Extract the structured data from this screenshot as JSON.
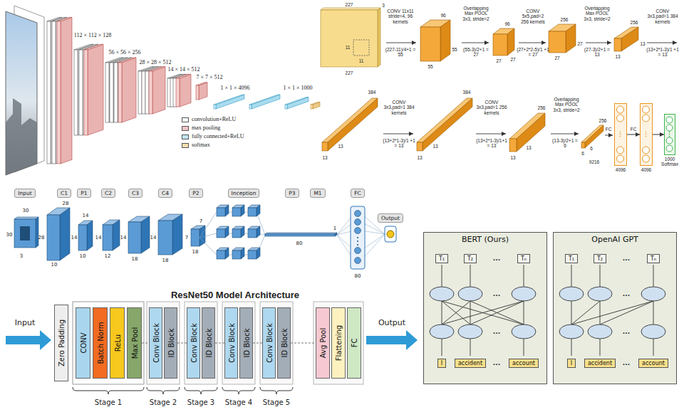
{
  "diagram": {
    "nodes": [
      {
        "text": [
          "4096"
        ]
      },
      {
        "text": [
          "4096"
        ]
      },
      {
        "text": [
          "1000 Softmax"
        ]
      },
      {
        "text": [
          "Input"
        ]
      },
      {
        "text": [
          "C1"
        ]
      },
      {
        "text": [
          "P1"
        ]
      },
      {
        "text": [
          "C2"
        ]
      },
      {
        "text": [
          "C3"
        ]
      },
      {
        "text": [
          "C4"
        ]
      },
      {
        "text": [
          "P2"
        ]
      },
      {
        "text": [
          "Inception"
        ]
      },
      {
        "text": [
          "P3"
        ]
      },
      {
        "text": [
          "M1"
        ]
      },
      {
        "text": [
          "FC"
        ]
      },
      {
        "text": [
          "Output"
        ]
      },
      {
        "text": [
          "Zero Padding"
        ]
      },
      {
        "text": [
          "CONV"
        ]
      },
      {
        "text": [
          "Batch Norm"
        ]
      },
      {
        "text": [
          "ReLu"
        ]
      },
      {
        "text": [
          "Max Pool"
        ]
      },
      {
        "text": [
          "Conv Block"
        ]
      },
      {
        "text": [
          "ID Block"
        ]
      },
      {
        "text": [
          "Conv Block"
        ]
      },
      {
        "text": [
          "ID Block"
        ]
      },
      {
        "text": [
          "Conv Block"
        ]
      },
      {
        "text": [
          "ID Block"
        ]
      },
      {
        "text": [
          "Conv Block"
        ]
      },
      {
        "text": [
          "ID Block"
        ]
      },
      {
        "text": [
          "Avg Pool"
        ]
      },
      {
        "text": [
          "Flattening"
        ]
      },
      {
        "text": [
          "FC"
        ]
      },
      {
        "text": [
          "BERT (Ours)"
        ]
      },
      {
        "text": [
          "T₁"
        ],
        "in": 31
      },
      {
        "text": [
          "T₂"
        ],
        "in": 31
      },
      {
        "text": [
          "Tₙ"
        ],
        "in": 31
      },
      {
        "text": [
          "I"
        ],
        "in": 31
      },
      {
        "text": [
          "accident"
        ],
        "in": 31
      },
      {
        "text": [
          "account"
        ],
        "in": 31
      },
      {
        "text": [
          "OpenAI GPT"
        ]
      },
      {
        "text": [
          "T₁"
        ],
        "in": 38
      },
      {
        "text": [
          "T₂"
        ],
        "in": 38
      },
      {
        "text": [
          "Tₙ"
        ],
        "in": 38
      },
      {
        "text": [
          "I"
        ],
        "in": 38
      },
      {
        "text": [
          "accident"
        ],
        "in": 38
      },
      {
        "text": [
          "account"
        ],
        "in": 38
      }
    ],
    "edges": [
      {
        "from": 0,
        "to": 1,
        "label": "FC",
        "arrow": "to"
      },
      {
        "from": 1,
        "to": 2,
        "arrow": "to"
      },
      {
        "from": 19,
        "to": 20,
        "arrow": "none"
      },
      {
        "from": 21,
        "to": 22,
        "arrow": "none"
      },
      {
        "from": 23,
        "to": 24,
        "arrow": "none"
      },
      {
        "from": 25,
        "to": 26,
        "arrow": "none"
      },
      {
        "from": 27,
        "to": 28,
        "arrow": "none"
      }
    ],
    "labels": [
      "112 × 112 × 128",
      "56 × 56 × 256",
      "28 × 28 × 512",
      "14 × 14 × 512",
      "7 × 7 × 512",
      "1 × 1 × 4096",
      "1 × 1 × 1000",
      "227",
      "3",
      "11",
      "11",
      "227",
      "CONV 11x11 stride=4, 96 kernels",
      "(227-11)/4+1 = 55",
      "96",
      "55",
      "55",
      "Overlapping Max POOL 3x3, stride=2",
      "(55-3)/2+1 = 27",
      "96",
      "27",
      "27",
      "CONV 5x5,pad=2 256 kernels",
      "(27+2*2-5)/1 +1 = 27",
      "256",
      "27",
      "27",
      "Overlapping Max POOL 3x3, stride=2",
      "(27-3)/2+1 = 13",
      "256",
      "13",
      "13",
      "CONV 3x3,pad=1 384 kernels",
      "(13+2*1-3)/1 +1 = 13",
      "384",
      "13",
      "13",
      "CONV 3x3,pad=1 384 kernels",
      "(13+2*1-3)/1 +1 = 13",
      "384",
      "13",
      "13",
      "CONV 3x3,pad=1 256 kernels",
      "(13+2*1-3)/1+1 = 13",
      "256",
      "13",
      "13",
      "Overlapping Max POOL 3x3, stride=2",
      "(13-3)/2+1 = 6",
      "256",
      "6",
      "6",
      "9216",
      "FC",
      "30",
      "30",
      "3",
      "28",
      "28",
      "10",
      "14",
      "14",
      "10",
      "14",
      "12",
      "14",
      "18",
      "14",
      "18",
      "7",
      "7",
      "18",
      "80",
      "1",
      "80",
      "ResNet50 Model Architecture",
      "Input",
      "Output",
      "Stage 1",
      "Stage 2",
      "Stage 3",
      "Stage 4",
      "Stage 5",
      "...",
      "...",
      "...",
      "...",
      "...",
      "...",
      "...",
      "..."
    ],
    "legend": [
      {
        "text": "convolution+ReLU",
        "color": "#ffffff"
      },
      {
        "text": "max pooling",
        "color": "#f2c4c4"
      },
      {
        "text": "fully connected+ReLU",
        "color": "#bfe6f2"
      },
      {
        "text": "softmax",
        "color": "#f7dfb0"
      }
    ]
  }
}
